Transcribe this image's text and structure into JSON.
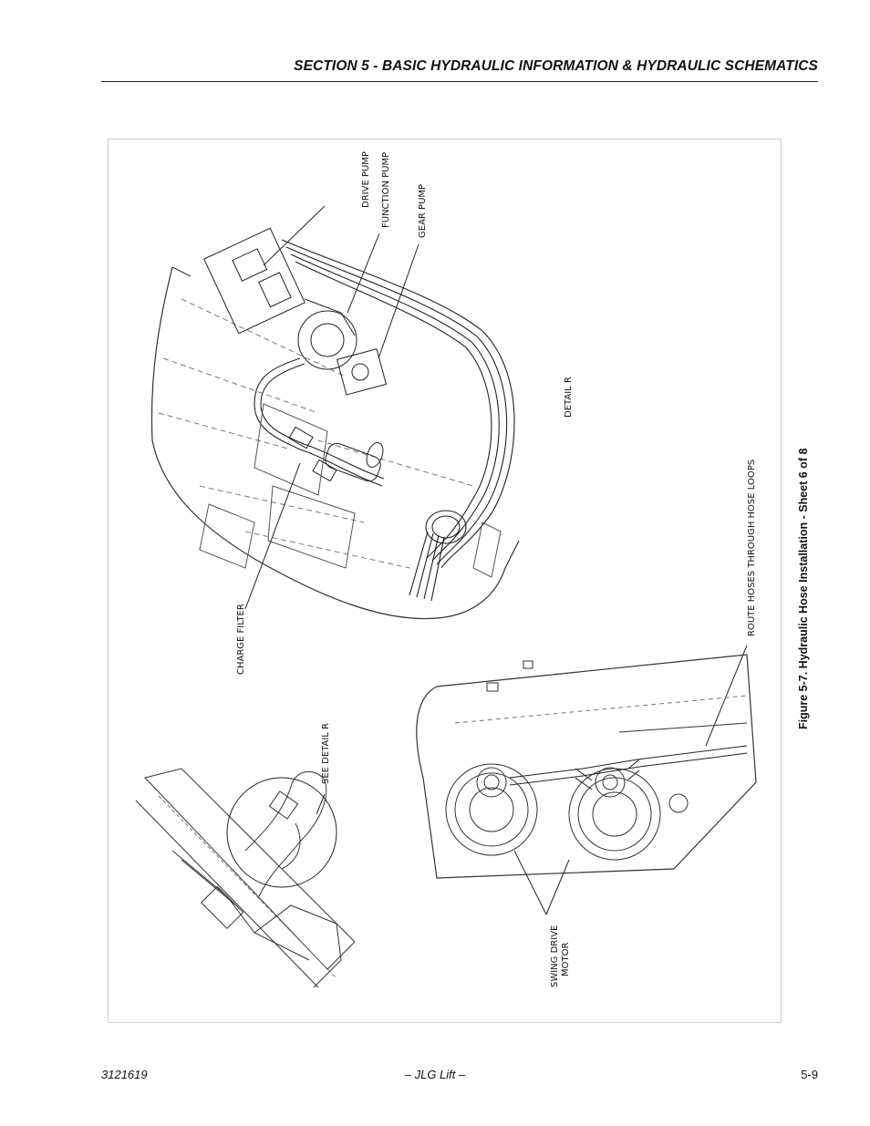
{
  "header": {
    "title": "SECTION 5 - BASIC HYDRAULIC INFORMATION & HYDRAULIC SCHEMATICS"
  },
  "figure": {
    "caption": "Figure 5-7.  Hydraulic Hose Installation - Sheet 6 of 8",
    "labels": {
      "drive_pump": "DRIVE PUMP",
      "function_pump": "FUNCTION PUMP",
      "gear_pump": "GEAR PUMP",
      "detail_r": "DETAIL R",
      "charge_filter": "CHARGE FILTER",
      "route_hoses": "ROUTE HOSES THROUGH HOSE LOOPS",
      "see_detail_r": "SEE DETAIL R",
      "swing_drive_line1": "SWING DRIVE",
      "swing_drive_line2": "MOTOR"
    }
  },
  "footer": {
    "doc_number": "3121619",
    "center": "– JLG Lift –",
    "page": "5-9"
  }
}
